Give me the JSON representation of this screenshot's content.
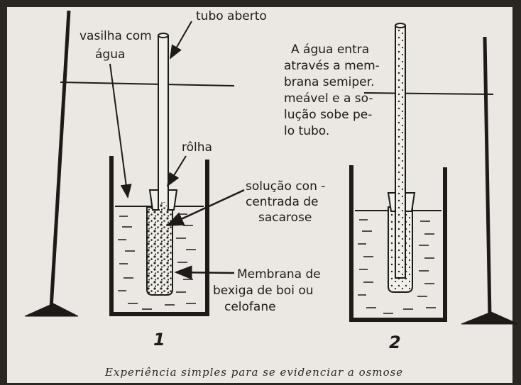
{
  "figure1": {
    "number": "1",
    "label_open_tube": "tubo aberto",
    "label_vessel": [
      "vasilha com",
      "água"
    ],
    "label_stopper": "rôlha",
    "label_solution": [
      "solução con -",
      "centrada de",
      "sacarose"
    ],
    "label_membrane": [
      "Membrana  de",
      "bexiga de boi  ou",
      "celofane"
    ]
  },
  "figure2": {
    "number": "2",
    "note": [
      "A água entra",
      "através a mem-",
      "brana semiper.",
      "meável e a so-",
      "lução sobe pe-",
      "lo  tubo."
    ]
  },
  "caption": "Experiência  simples  para  se  evidenciar  a  osmose",
  "colors": {
    "paper": "#ebe8e3",
    "ink": "#1d1a17",
    "frame": "#2a2622"
  }
}
